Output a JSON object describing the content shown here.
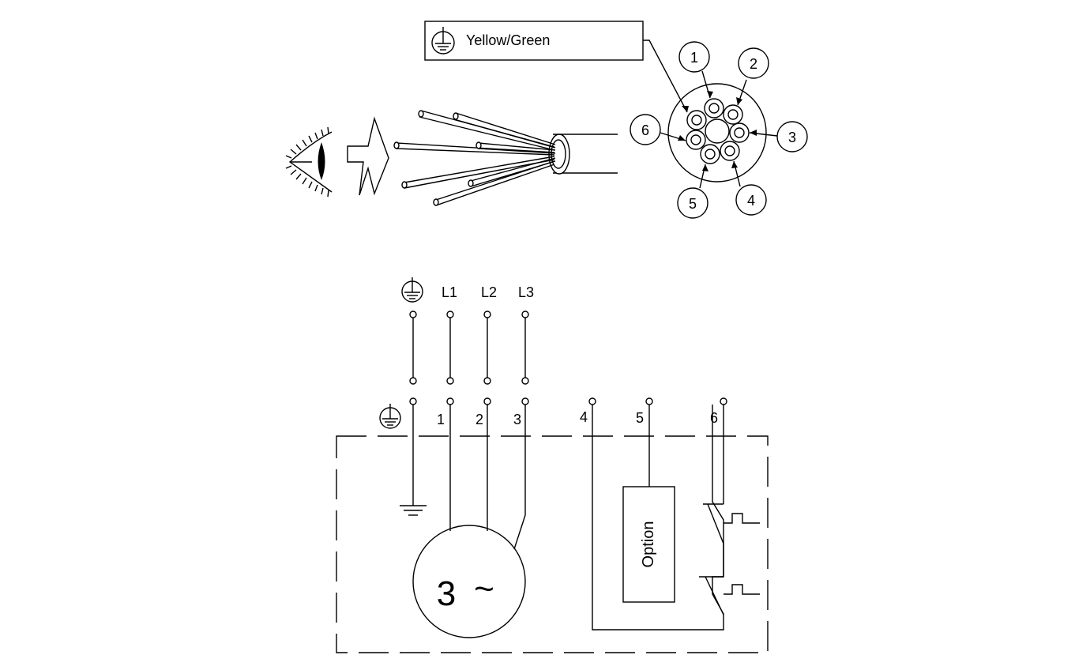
{
  "legend": {
    "ground_color_label": "Yellow/Green"
  },
  "cable_section": {
    "core_numbers": [
      "1",
      "2",
      "3",
      "4",
      "5",
      "6"
    ]
  },
  "supply": {
    "terminals": [
      "L1",
      "L2",
      "L3"
    ]
  },
  "motor": {
    "terminal_numbers": [
      "1",
      "2",
      "3",
      "4",
      "5",
      "6"
    ],
    "symbol_number": "3",
    "symbol_tilde": "~",
    "option_label": "Option"
  }
}
